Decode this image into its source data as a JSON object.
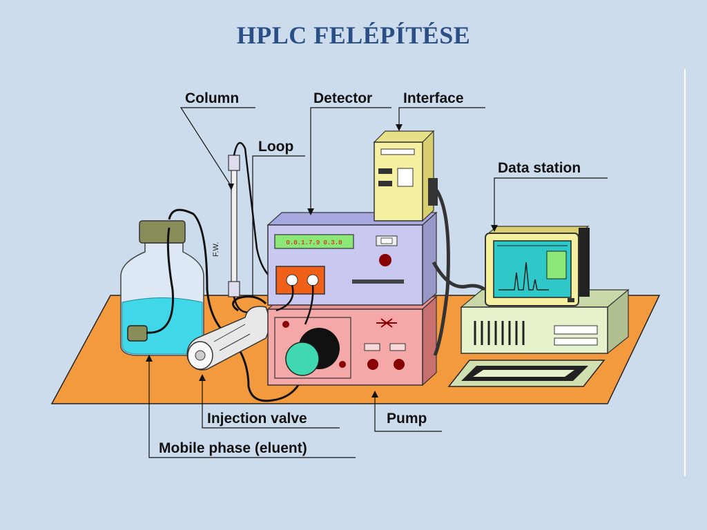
{
  "title": "HPLC FELÉPÍTÉSE",
  "labels": {
    "column": "Column",
    "loop": "Loop",
    "detector": "Detector",
    "interface": "Interface",
    "data_station": "Data station",
    "injection_valve": "Injection valve",
    "pump": "Pump",
    "mobile_phase": "Mobile phase (eluent)"
  },
  "colors": {
    "background": "#cddcec",
    "title": "#2a4f86",
    "table": "#f49a3e",
    "detector": "#c8c8f0",
    "pump": "#f4a8a8",
    "interface": "#f4f0a0",
    "computer": "#e6f2cc",
    "screen": "#2ec8c8",
    "eluent": "#40d8e8"
  }
}
